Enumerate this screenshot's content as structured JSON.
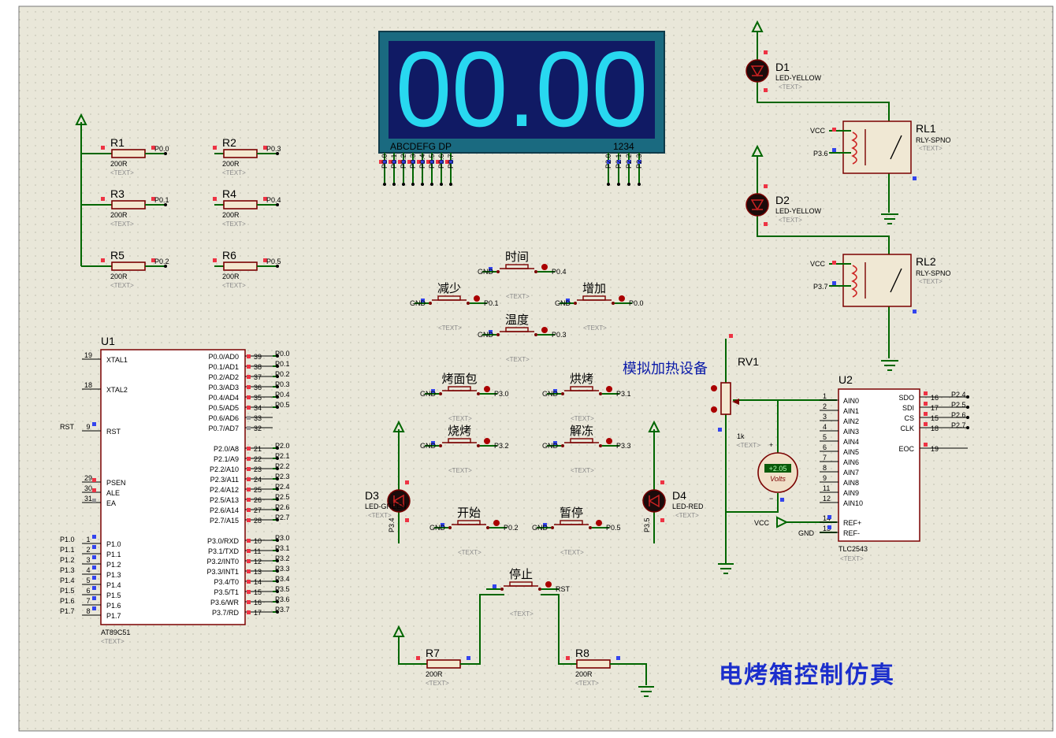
{
  "title": "电烤箱控制仿真",
  "heater_label": "模拟加热设备",
  "display": {
    "digits": "00.00",
    "seg_label": "ABCDEFG  DP",
    "dig_label": "1234",
    "seg_pins": [
      "P0.0",
      "P0.1",
      "P0.2",
      "P0.3",
      "P0.4",
      "P0.5",
      "P0.6",
      "P0.7"
    ],
    "dig_pins": [
      "P2.0",
      "P2.1",
      "P2.2",
      "P2.3"
    ]
  },
  "resistors": [
    {
      "name": "R1",
      "value": "200R",
      "text": "<TEXT>",
      "net": "P0.0"
    },
    {
      "name": "R2",
      "value": "200R",
      "text": "<TEXT>",
      "net": "P0.3"
    },
    {
      "name": "R3",
      "value": "200R",
      "text": "<TEXT>",
      "net": "P0.1"
    },
    {
      "name": "R4",
      "value": "200R",
      "text": "<TEXT>",
      "net": "P0.4"
    },
    {
      "name": "R5",
      "value": "200R",
      "text": "<TEXT>",
      "net": "P0.2"
    },
    {
      "name": "R6",
      "value": "200R",
      "text": "<TEXT>",
      "net": "P0.5"
    },
    {
      "name": "R7",
      "value": "200R",
      "text": "<TEXT>"
    },
    {
      "name": "R8",
      "value": "200R",
      "text": "<TEXT>"
    }
  ],
  "mcu": {
    "ref": "U1",
    "part": "AT89C51",
    "text": "<TEXT>",
    "left_pins": [
      {
        "num": "19",
        "name": "XTAL1"
      },
      {
        "num": "18",
        "name": "XTAL2"
      },
      {
        "num": "9",
        "name": "RST",
        "net": "RST"
      },
      {
        "num": "29",
        "name": "PSEN"
      },
      {
        "num": "30",
        "name": "ALE"
      },
      {
        "num": "31",
        "name": "EA"
      },
      {
        "num": "1",
        "name": "P1.0",
        "net": "P1.0"
      },
      {
        "num": "2",
        "name": "P1.1",
        "net": "P1.1"
      },
      {
        "num": "3",
        "name": "P1.2",
        "net": "P1.2"
      },
      {
        "num": "4",
        "name": "P1.3",
        "net": "P1.3"
      },
      {
        "num": "5",
        "name": "P1.4",
        "net": "P1.4"
      },
      {
        "num": "6",
        "name": "P1.5",
        "net": "P1.5"
      },
      {
        "num": "7",
        "name": "P1.6",
        "net": "P1.6"
      },
      {
        "num": "8",
        "name": "P1.7",
        "net": "P1.7"
      }
    ],
    "right_pins": [
      {
        "num": "39",
        "name": "P0.0/AD0",
        "net": "P0.0"
      },
      {
        "num": "38",
        "name": "P0.1/AD1",
        "net": "P0.1"
      },
      {
        "num": "37",
        "name": "P0.2/AD2",
        "net": "P0.2"
      },
      {
        "num": "36",
        "name": "P0.3/AD3",
        "net": "P0.3"
      },
      {
        "num": "35",
        "name": "P0.4/AD4",
        "net": "P0.4"
      },
      {
        "num": "34",
        "name": "P0.5/AD5",
        "net": "P0.5"
      },
      {
        "num": "33",
        "name": "P0.6/AD6"
      },
      {
        "num": "32",
        "name": "P0.7/AD7"
      },
      {
        "num": "21",
        "name": "P2.0/A8",
        "net": "P2.0"
      },
      {
        "num": "22",
        "name": "P2.1/A9",
        "net": "P2.1"
      },
      {
        "num": "23",
        "name": "P2.2/A10",
        "net": "P2.2"
      },
      {
        "num": "24",
        "name": "P2.3/A11",
        "net": "P2.3"
      },
      {
        "num": "25",
        "name": "P2.4/A12",
        "net": "P2.4"
      },
      {
        "num": "26",
        "name": "P2.5/A13",
        "net": "P2.5"
      },
      {
        "num": "27",
        "name": "P2.6/A14",
        "net": "P2.6"
      },
      {
        "num": "28",
        "name": "P2.7/A15",
        "net": "P2.7"
      },
      {
        "num": "10",
        "name": "P3.0/RXD",
        "net": "P3.0"
      },
      {
        "num": "11",
        "name": "P3.1/TXD",
        "net": "P3.1"
      },
      {
        "num": "12",
        "name": "P3.2/INT0",
        "net": "P3.2"
      },
      {
        "num": "13",
        "name": "P3.3/INT1",
        "net": "P3.3"
      },
      {
        "num": "14",
        "name": "P3.4/T0",
        "net": "P3.4"
      },
      {
        "num": "15",
        "name": "P3.5/T1",
        "net": "P3.5"
      },
      {
        "num": "16",
        "name": "P3.6/WR",
        "net": "P3.6"
      },
      {
        "num": "17",
        "name": "P3.7/RD",
        "net": "P3.7"
      }
    ]
  },
  "buttons": [
    {
      "id": "time",
      "label": "时间",
      "net": "P0.4",
      "gnd": "GND",
      "text": "<TEXT>"
    },
    {
      "id": "minus",
      "label": "减少",
      "net": "P0.1",
      "gnd": "GND",
      "text": "<TEXT>"
    },
    {
      "id": "plus",
      "label": "增加",
      "net": "P0.0",
      "gnd": "GND",
      "text": "<TEXT>"
    },
    {
      "id": "temp",
      "label": "温度",
      "net": "P0.3",
      "gnd": "GND",
      "text": "<TEXT>"
    },
    {
      "id": "bread",
      "label": "烤面包",
      "net": "P3.0",
      "gnd": "GND",
      "text": "<TEXT>"
    },
    {
      "id": "bake",
      "label": "烘烤",
      "net": "P3.1",
      "gnd": "GND",
      "text": "<TEXT>"
    },
    {
      "id": "roast",
      "label": "烧烤",
      "net": "P3.2",
      "gnd": "GND",
      "text": "<TEXT>"
    },
    {
      "id": "thaw",
      "label": "解冻",
      "net": "P3.3",
      "gnd": "GND",
      "text": "<TEXT>"
    },
    {
      "id": "start",
      "label": "开始",
      "net": "P0.2",
      "gnd": "GND",
      "text": "<TEXT>"
    },
    {
      "id": "pause",
      "label": "暂停",
      "net": "P0.5",
      "gnd": "GND",
      "text": "<TEXT>"
    },
    {
      "id": "stop",
      "label": "停止",
      "net": "RST",
      "text": "<TEXT>"
    }
  ],
  "leds": [
    {
      "ref": "D1",
      "part": "LED-YELLOW",
      "text": "<TEXT>"
    },
    {
      "ref": "D2",
      "part": "LED-YELLOW",
      "text": "<TEXT>"
    },
    {
      "ref": "D3",
      "part": "LED-GREEN",
      "text": "<TEXT>",
      "net": "P3.4"
    },
    {
      "ref": "D4",
      "part": "LED-RED",
      "text": "<TEXT>",
      "net": "P3.5"
    }
  ],
  "relays": [
    {
      "ref": "RL1",
      "part": "RLY-SPNO",
      "text": "<TEXT>",
      "vcc": "VCC",
      "net": "P3.6"
    },
    {
      "ref": "RL2",
      "part": "RLY-SPNO",
      "text": "<TEXT>",
      "vcc": "VCC",
      "net": "P3.7"
    }
  ],
  "pot": {
    "ref": "RV1",
    "value": "1k",
    "text": "<TEXT>"
  },
  "voltmeter": {
    "reading": "+2.05",
    "unit": "Volts",
    "plus": "+",
    "minus": "−"
  },
  "adc": {
    "ref": "U2",
    "part": "TLC2543",
    "text": "<TEXT>",
    "left_pins": [
      {
        "num": "1",
        "name": "AIN0"
      },
      {
        "num": "2",
        "name": "AIN1"
      },
      {
        "num": "3",
        "name": "AIN2"
      },
      {
        "num": "4",
        "name": "AIN3"
      },
      {
        "num": "5",
        "name": "AIN4"
      },
      {
        "num": "6",
        "name": "AIN5"
      },
      {
        "num": "7",
        "name": "AIN6"
      },
      {
        "num": "8",
        "name": "AIN7"
      },
      {
        "num": "9",
        "name": "AIN8"
      },
      {
        "num": "11",
        "name": "AIN9"
      },
      {
        "num": "12",
        "name": "AIN10"
      },
      {
        "num": "14",
        "name": "REF+",
        "net": "VCC"
      },
      {
        "num": "13",
        "name": "REF-",
        "net": "GND"
      }
    ],
    "right_pins": [
      {
        "num": "16",
        "name": "SDO",
        "net": "P2.4"
      },
      {
        "num": "17",
        "name": "SDI",
        "net": "P2.5"
      },
      {
        "num": "15",
        "name": "CS",
        "net": "P2.6"
      },
      {
        "num": "18",
        "name": "CLK",
        "net": "P2.7"
      },
      {
        "num": "19",
        "name": "EOC"
      }
    ]
  }
}
